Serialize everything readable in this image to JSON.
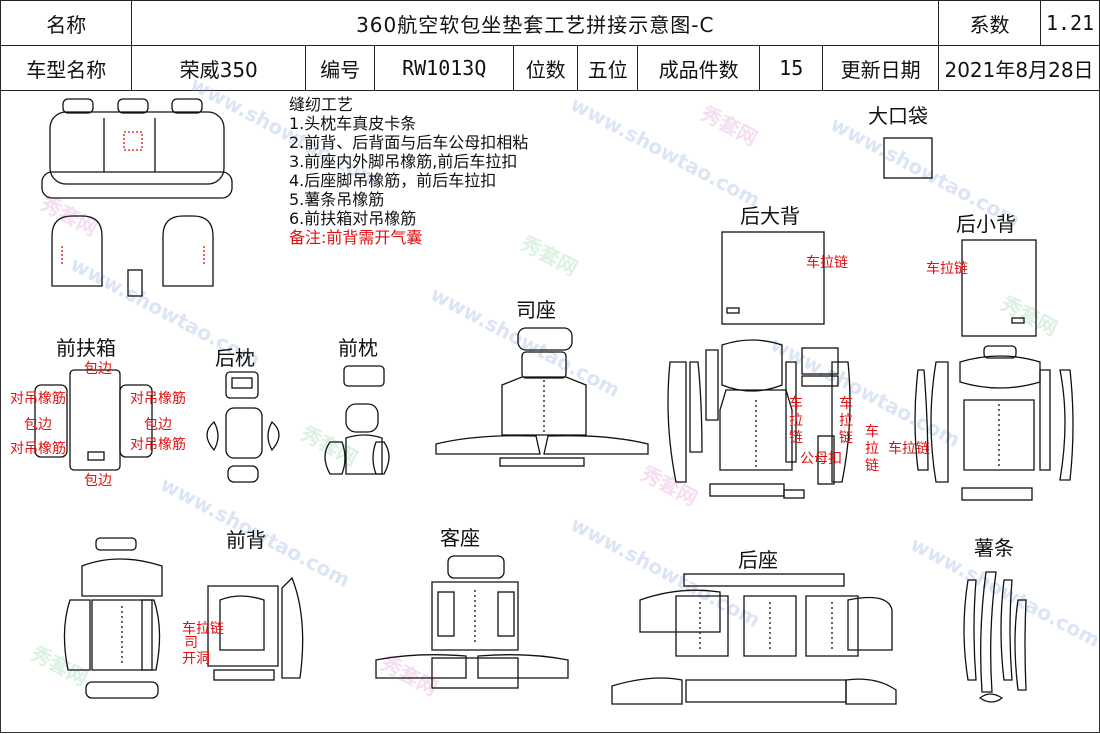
{
  "header": {
    "name_label": "名称",
    "title": "360航空软包坐垫套工艺拼接示意图-C",
    "coef_label": "系数",
    "coef_value": "1.21",
    "model_label": "车型名称",
    "model_value": "荣威350",
    "code_label": "编号",
    "code_value": "RW1013Q",
    "seats_label": "位数",
    "seats_value": "五位",
    "pieces_label": "成品件数",
    "pieces_value": "15",
    "date_label": "更新日期",
    "date_value": "2021年8月28日"
  },
  "notes": {
    "title": "缝纫工艺",
    "items": [
      "1.头枕车真皮卡条",
      "2.前背、后背面与后车公母扣相粘",
      "3.前座内外脚吊橡筋,前后车拉扣",
      "4.后座脚吊橡筋，前后车拉扣",
      "5.薯条吊橡筋",
      "6.前扶箱对吊橡筋"
    ],
    "remark": "备注:前背需开气囊"
  },
  "sections": {
    "pocket": "大口袋",
    "rear_big_back": "后大背",
    "rear_small_back": "后小背",
    "front_armrest": "前扶箱",
    "rear_headrest": "后枕",
    "front_headrest": "前枕",
    "driver_seat": "司座",
    "front_back": "前背",
    "passenger_seat": "客座",
    "rear_seat": "后座",
    "strips": "薯条"
  },
  "annotations": {
    "zipper": "车拉链",
    "binding": "包边",
    "paired_elastic": "对吊橡筋",
    "snap_fastener": "公母扣",
    "sew_open": "司",
    "opening": "开洞",
    "zipper_vertical": "车拉链"
  },
  "watermark": {
    "url": "www.showtao.com",
    "cn": "秀套网"
  }
}
